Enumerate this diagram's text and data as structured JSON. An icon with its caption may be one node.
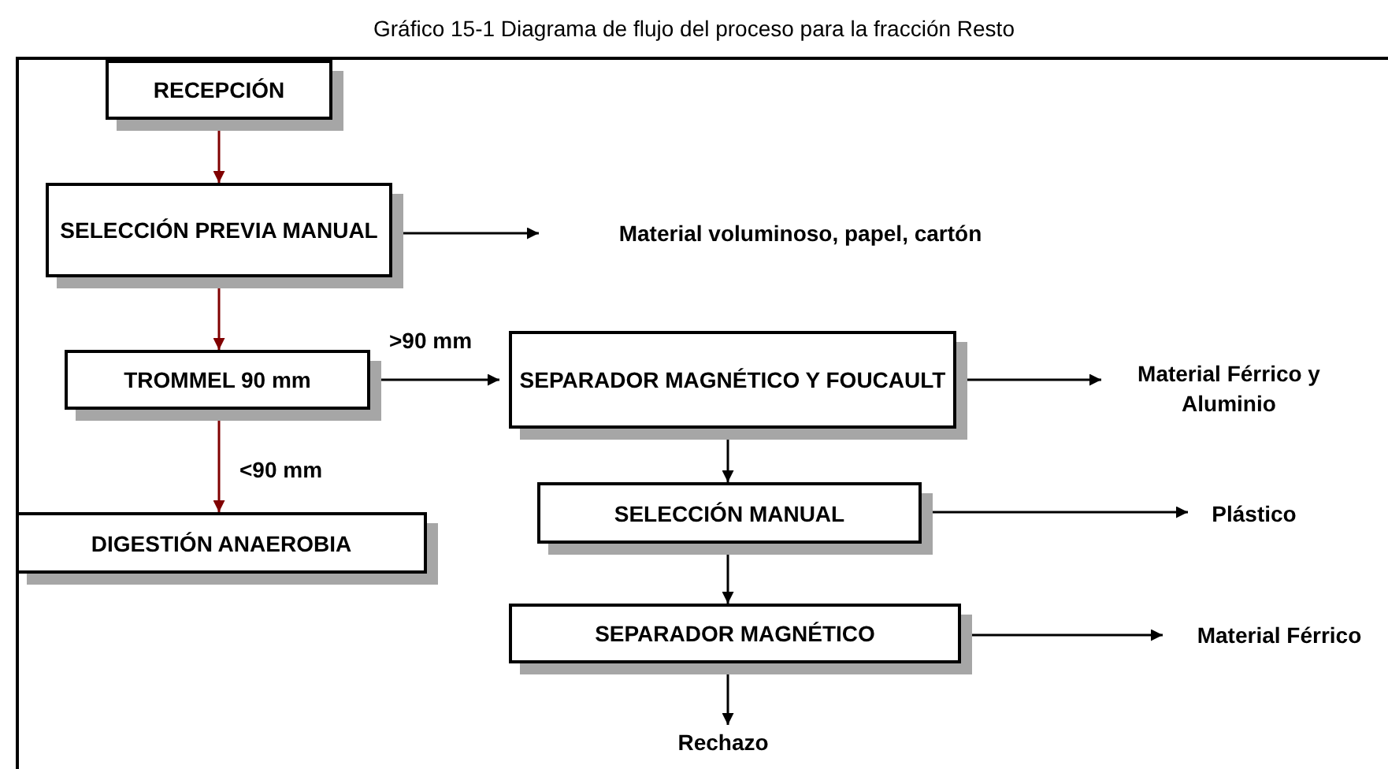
{
  "diagram": {
    "title": "Gráfico 15-1 Diagrama de flujo del proceso para la fracción Resto",
    "nodes": [
      {
        "text": [
          "RECEPCIÓN"
        ]
      },
      {
        "text": [
          "SELECCIÓN PREVIA MANUAL"
        ]
      },
      {
        "text": [
          "Material voluminoso, papel, cartón"
        ]
      },
      {
        "text": [
          "TROMMEL 90 mm"
        ]
      },
      {
        "text": [
          "SEPARADOR MAGNÉTICO Y FOUCAULT"
        ]
      },
      {
        "text": [
          "Material Férrico y Aluminio"
        ]
      },
      {
        "text": [
          "DIGESTIÓN ANAEROBIA"
        ]
      },
      {
        "text": [
          "SELECCIÓN MANUAL"
        ]
      },
      {
        "text": [
          "Plástico"
        ]
      },
      {
        "text": [
          "SEPARADOR MAGNÉTICO"
        ]
      },
      {
        "text": [
          "Material Férrico"
        ]
      },
      {
        "text": [
          "Rechazo"
        ]
      }
    ],
    "edges": [
      {
        "from": 0,
        "to": 1,
        "arrow": "to",
        "color": "#800000"
      },
      {
        "from": 1,
        "to": 2,
        "arrow": "to"
      },
      {
        "from": 1,
        "to": 3,
        "arrow": "to",
        "color": "#800000"
      },
      {
        "from": 3,
        "to": 4,
        "arrow": "to",
        "label": ">90 mm"
      },
      {
        "from": 3,
        "to": 6,
        "arrow": "to",
        "label": "<90 mm",
        "color": "#800000"
      },
      {
        "from": 4,
        "to": 5,
        "arrow": "to"
      },
      {
        "from": 4,
        "to": 7,
        "arrow": "to"
      },
      {
        "from": 7,
        "to": 8,
        "arrow": "to"
      },
      {
        "from": 7,
        "to": 9,
        "arrow": "to"
      },
      {
        "from": 9,
        "to": 10,
        "arrow": "to"
      },
      {
        "from": 9,
        "to": 11,
        "arrow": "to"
      }
    ]
  }
}
